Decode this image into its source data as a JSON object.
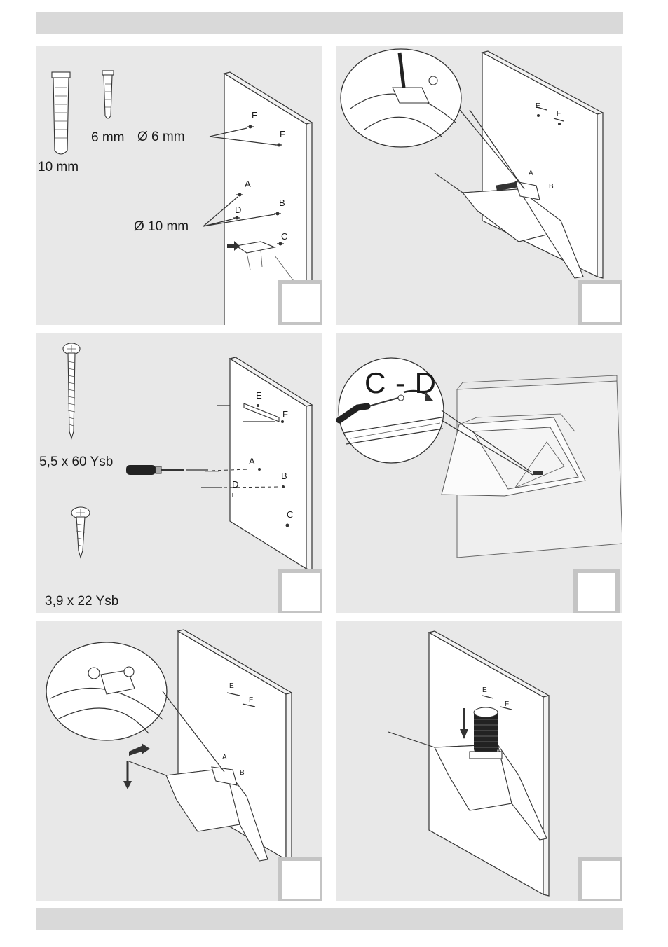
{
  "panel1": {
    "plug_large_size": "10 mm",
    "plug_small_size": "6 mm",
    "drill_small": "Ø 6 mm",
    "drill_large": "Ø 10 mm",
    "points": [
      "E",
      "F",
      "A",
      "B",
      "D",
      "C"
    ]
  },
  "panel2": {
    "points": [
      "E",
      "F",
      "A",
      "B"
    ]
  },
  "panel3": {
    "screw_long": "5,5 x 60 Ysb",
    "screw_short": "3,9 x 22 Ysb",
    "points": [
      "E",
      "F",
      "A",
      "B",
      "D",
      "C"
    ]
  },
  "panel4": {
    "callout": "C - D"
  },
  "panel5": {
    "points": [
      "E",
      "F",
      "A",
      "B"
    ]
  },
  "panel6": {
    "points": [
      "E",
      "F"
    ]
  },
  "colors": {
    "header_bar": "#d9d9d9",
    "panel_bg": "#e8e8e8",
    "step_box_border": "#c4c4c4"
  }
}
